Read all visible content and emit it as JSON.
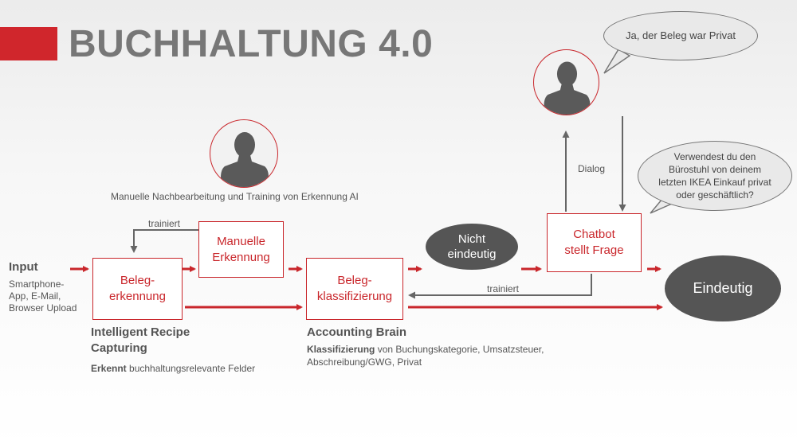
{
  "title": "BUCHHALTUNG 4.0",
  "accent_color": "#c9262b",
  "input": {
    "heading": "Input",
    "sources": [
      "Smartphone-",
      "App, E-Mail,",
      "Browser Upload"
    ]
  },
  "boxes": {
    "beleg_erkennung": [
      "Beleg-",
      "erkennung"
    ],
    "manuelle_erkennung": [
      "Manuelle",
      "Erkennung"
    ],
    "beleg_klassifizierung": [
      "Beleg-",
      "klassifizierung"
    ],
    "chatbot": [
      "Chatbot",
      "stellt Frage"
    ]
  },
  "ovals": {
    "nicht_eindeutig": [
      "Nicht",
      "eindeutig"
    ],
    "eindeutig": "Eindeutig"
  },
  "labels": {
    "manual_training": "Manuelle Nachbearbeitung und Training von Erkennung AI",
    "trainiert_top": "trainiert",
    "trainiert_bottom": "trainiert",
    "dialog": "Dialog"
  },
  "bubbles": {
    "answer": "Ja, der Beleg war Privat",
    "question": [
      "Verwendest du den",
      "Bürostuhl von deinem",
      "letzten IKEA Einkauf privat",
      "oder geschäftlich?"
    ]
  },
  "capturing": {
    "heading": [
      "Intelligent Recipe",
      "Capturing"
    ],
    "desc_bold": "Erkennt",
    "desc_rest": " buchhaltungsrelevante Felder"
  },
  "brain": {
    "heading": "Accounting Brain",
    "desc_bold": "Klassifizierung",
    "desc_rest_1": " von  Buchungskategorie, Umsatzsteuer,",
    "desc_rest_2": "Abschreibung/GWG, Privat"
  },
  "icons": [
    "person-icon",
    "person-icon"
  ]
}
